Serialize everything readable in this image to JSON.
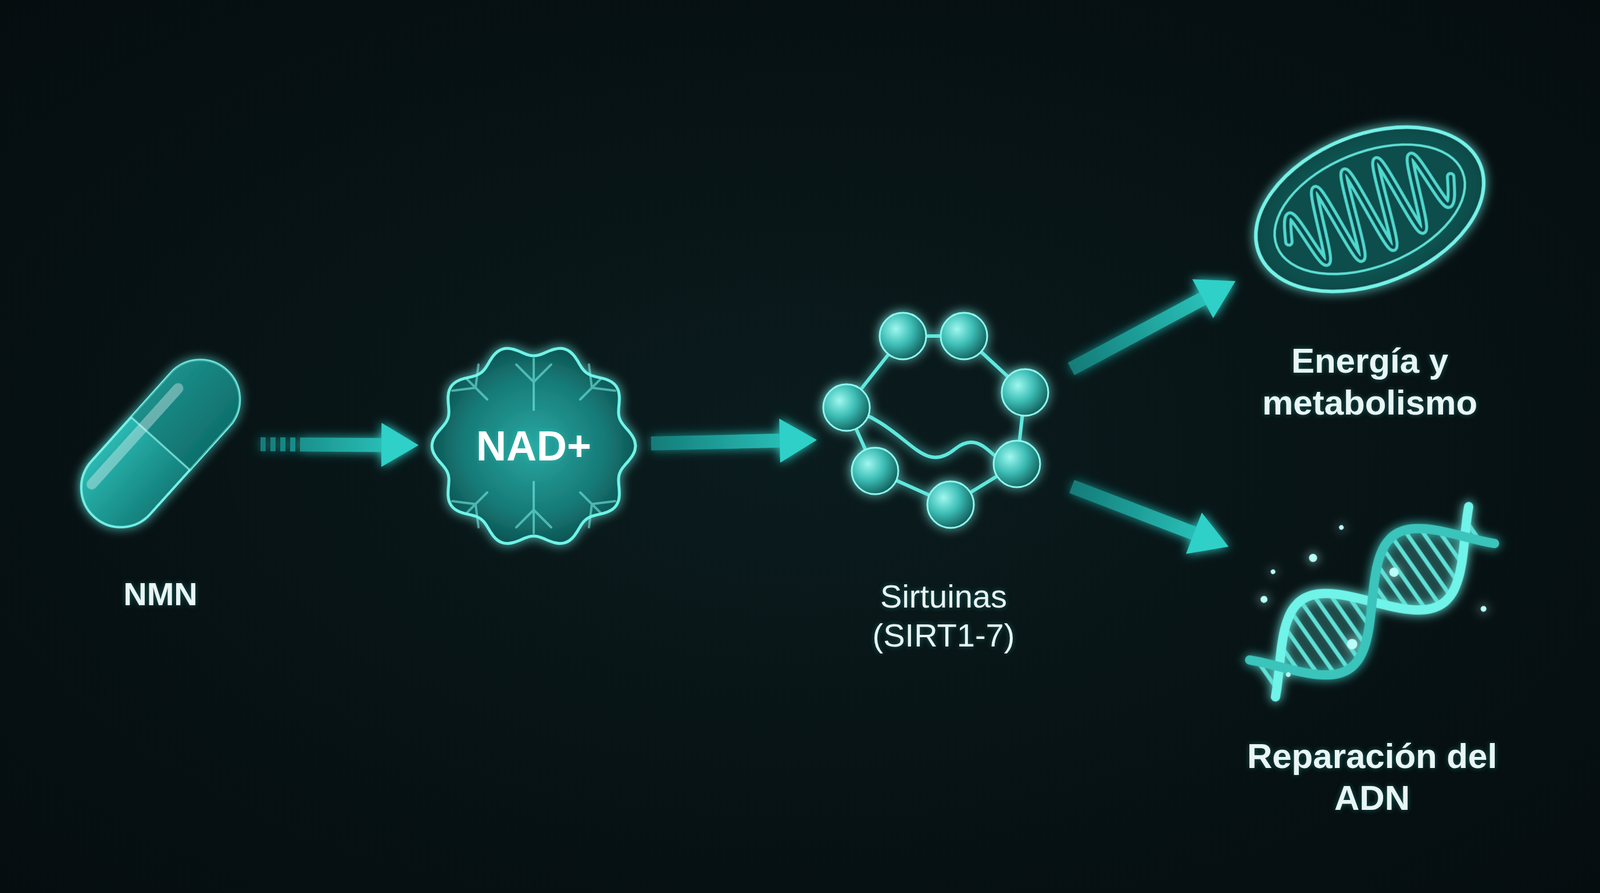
{
  "diagram": {
    "nodes": [
      {
        "text": [
          "NMN"
        ]
      },
      {
        "text": [
          "NAD+"
        ]
      },
      {
        "text": [
          "Sirtuinas (SIRT1-7)"
        ]
      },
      {
        "text": [
          "Energía y metabolismo"
        ]
      },
      {
        "text": [
          "Reparación del ADN"
        ]
      }
    ],
    "edges": [
      {
        "from": 0,
        "to": 1,
        "arrow": "to"
      },
      {
        "from": 1,
        "to": 2,
        "arrow": "to"
      },
      {
        "from": 2,
        "to": 3,
        "arrow": "to"
      },
      {
        "from": 2,
        "to": 4,
        "arrow": "to"
      }
    ]
  }
}
